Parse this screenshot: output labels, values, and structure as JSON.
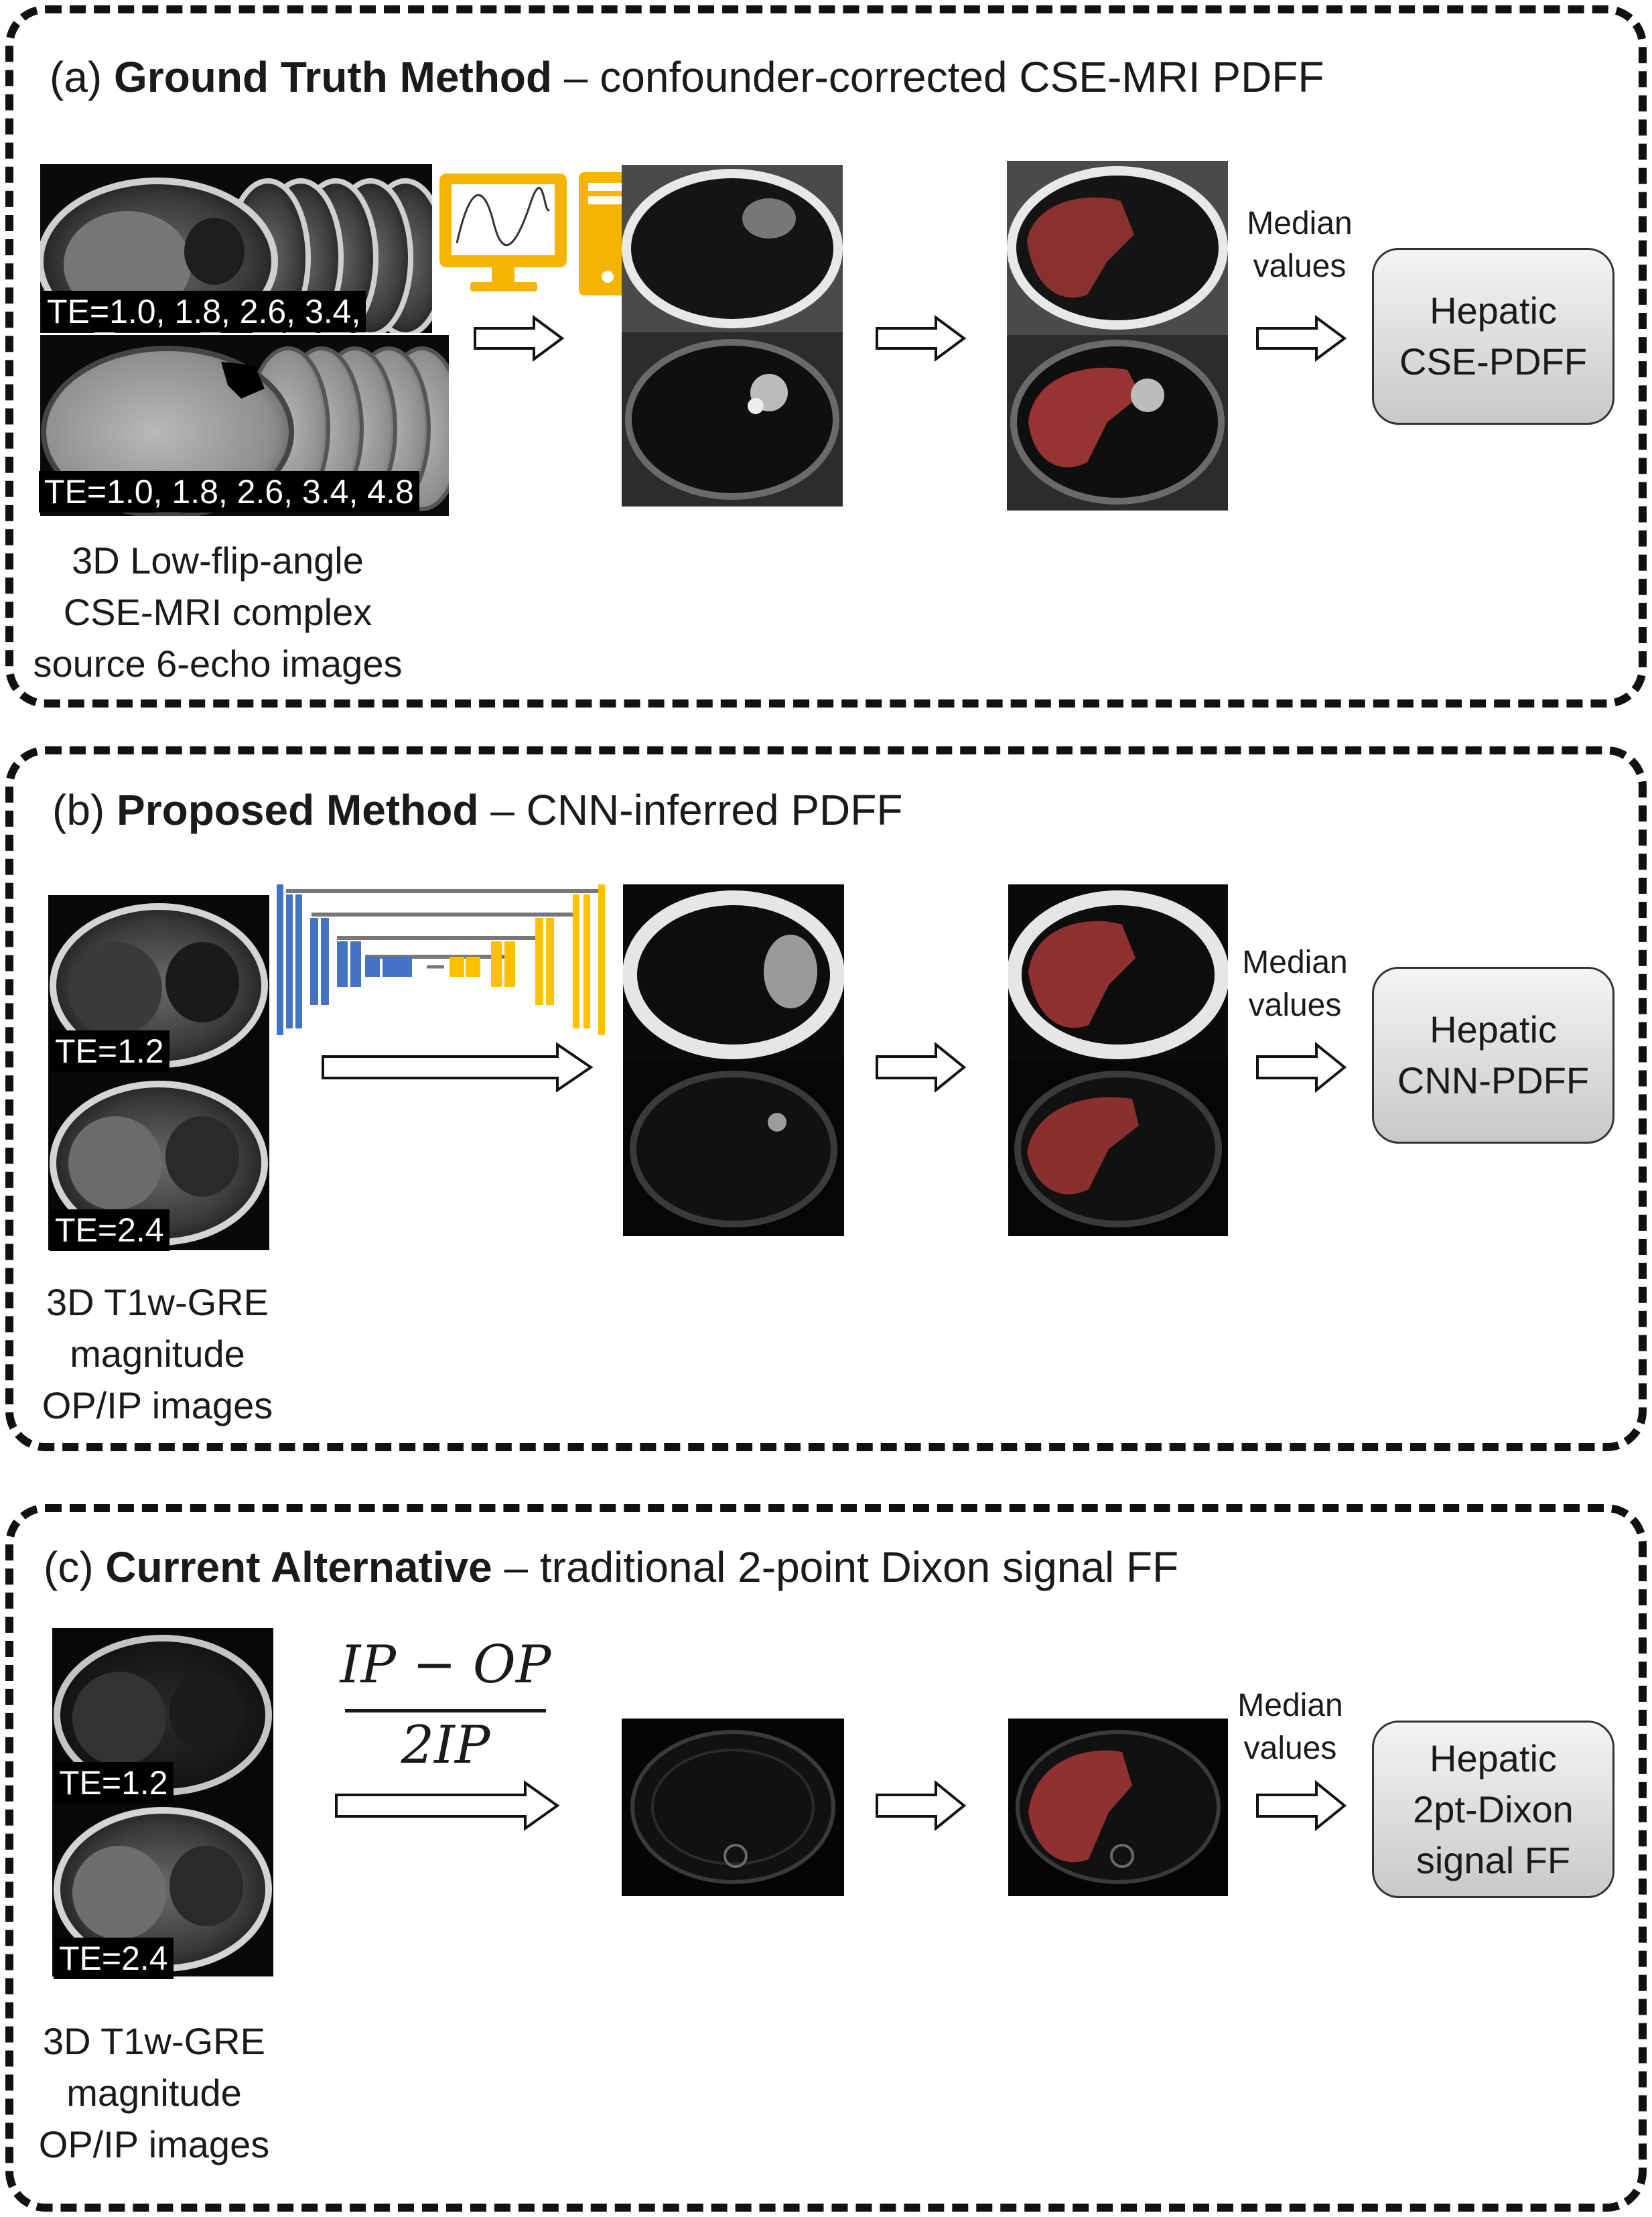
{
  "panel_a": {
    "label": "(a) ",
    "title_bold": "Ground Truth Method",
    "title_rest": " – confounder-corrected CSE-MRI PDFF",
    "te_top": "TE=1.0, 1.8, 2.6, 3.4,",
    "te_bottom": "TE=1.0, 1.8, 2.6, 3.4, 4.8",
    "caption": [
      "3D Low-flip-angle",
      "CSE-MRI complex",
      "source 6-echo images"
    ],
    "median": [
      "Median",
      "values"
    ],
    "output": [
      "Hepatic",
      "CSE-PDFF"
    ]
  },
  "panel_b": {
    "label": "(b) ",
    "title_bold": "Proposed Method",
    "title_rest": " – CNN-inferred PDFF",
    "te_top": "TE=1.2",
    "te_bottom": "TE=2.4",
    "caption": [
      "3D T1w-GRE",
      "magnitude",
      "OP/IP images"
    ],
    "median": [
      "Median",
      "values"
    ],
    "output": [
      "Hepatic",
      "CNN-PDFF"
    ]
  },
  "panel_c": {
    "label": "(c) ",
    "title_bold": "Current Alternative",
    "title_rest": " – traditional 2-point Dixon signal FF",
    "te_top": "TE=1.2",
    "te_bottom": "TE=2.4",
    "formula_num": "IP − OP",
    "formula_den": "2IP",
    "caption": [
      "3D T1w-GRE",
      "magnitude",
      "OP/IP images"
    ],
    "median": [
      "Median",
      "values"
    ],
    "output": [
      "Hepatic",
      "2pt-Dixon",
      "signal FF"
    ]
  },
  "colors": {
    "border": "#111111",
    "liver_overlay": "#b03a3a",
    "computer_icon": "#f5b400",
    "unet_blue": "#4472c4",
    "unet_yellow": "#ffc000",
    "unet_gray": "#777777"
  }
}
